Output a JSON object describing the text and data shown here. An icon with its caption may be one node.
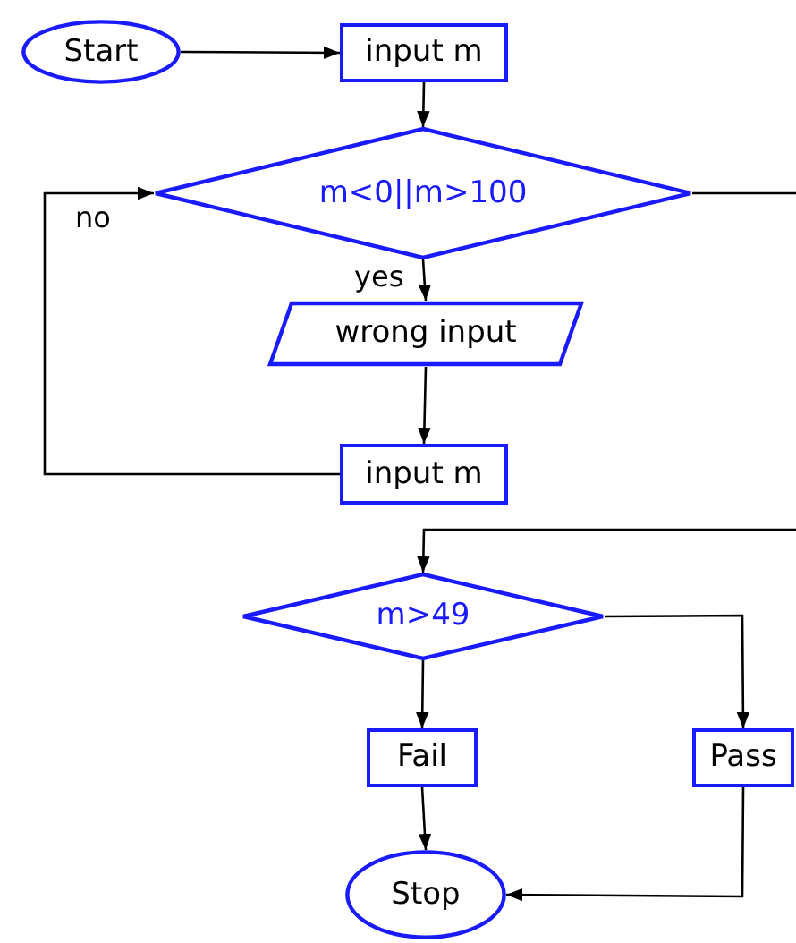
{
  "diagram": {
    "nodes": [
      {
        "text": [
          "Start"
        ]
      },
      {
        "text": [
          "input m"
        ]
      },
      {
        "text": [
          "m<0||m>100"
        ]
      },
      {
        "text": [
          "wrong input"
        ]
      },
      {
        "text": [
          "input m"
        ]
      },
      {
        "text": [
          "m>49"
        ]
      },
      {
        "text": [
          "Fail"
        ]
      },
      {
        "text": [
          "Pass"
        ]
      },
      {
        "text": [
          "Stop"
        ]
      }
    ],
    "edges": [
      {
        "from": 0,
        "to": 1,
        "arrow": "to"
      },
      {
        "from": 1,
        "to": 2,
        "arrow": "to"
      },
      {
        "from": 2,
        "to": 3,
        "arrow": "to",
        "label": "yes"
      },
      {
        "from": 3,
        "to": 4,
        "arrow": "to"
      },
      {
        "from": 4,
        "to": 2,
        "arrow": "to",
        "label": "no"
      },
      {
        "from": 2,
        "to": 5,
        "arrow": "to"
      },
      {
        "from": 5,
        "to": 6,
        "arrow": "to"
      },
      {
        "from": 5,
        "to": 7,
        "arrow": "to"
      },
      {
        "from": 6,
        "to": 8,
        "arrow": "to"
      },
      {
        "from": 7,
        "to": 8,
        "arrow": "to"
      }
    ]
  }
}
